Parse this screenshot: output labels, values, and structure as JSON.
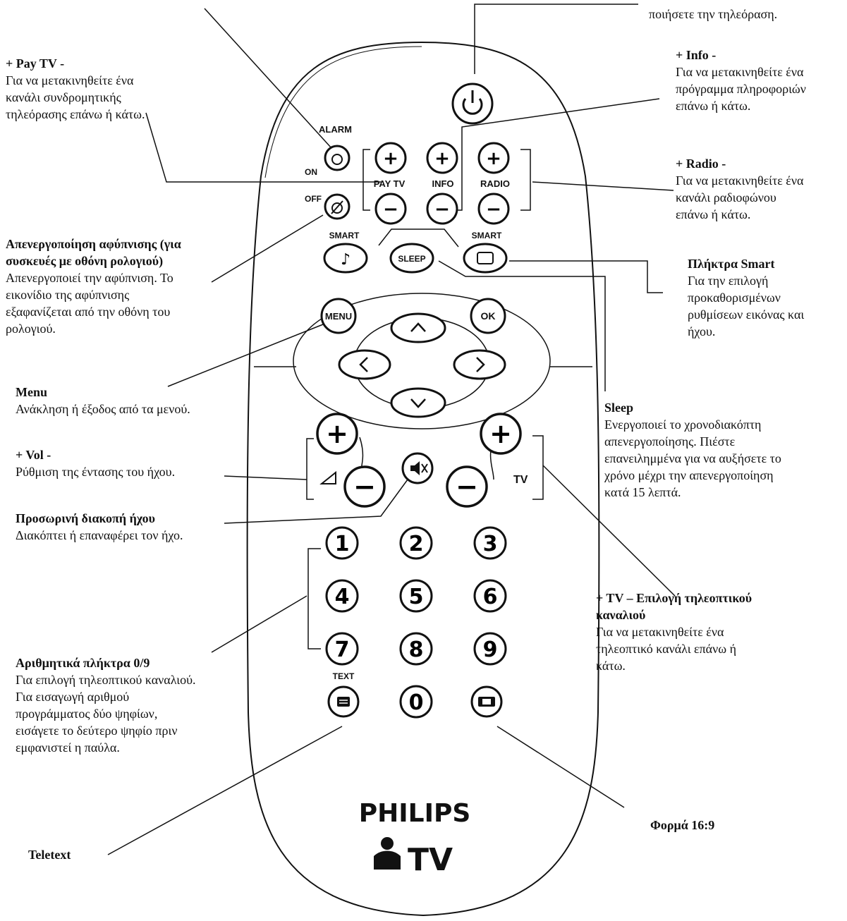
{
  "remote": {
    "alarm_label": "ALARM",
    "on_label": "ON",
    "off_label": "OFF",
    "paytv_label": "PAY TV",
    "info_label": "INFO",
    "radio_label": "RADIO",
    "smart_left_label": "SMART",
    "smart_right_label": "SMART",
    "sleep_label": "SLEEP",
    "menu_label": "MENU",
    "ok_label": "OK",
    "tv_label": "TV",
    "text_label": "TEXT",
    "plus": "+",
    "minus": "−",
    "digits": [
      "1",
      "2",
      "3",
      "4",
      "5",
      "6",
      "7",
      "8",
      "9",
      "0"
    ],
    "brand": "PHILIPS",
    "brand_tv": "TV"
  },
  "annotations": {
    "power_desc": "ποιήσετε την τηλεόραση.",
    "paytv_title": "+ Pay TV -",
    "paytv_desc": "Για να μετακινηθείτε ένα\nκανάλι συνδρομητικής\nτηλεόρασης επάνω ή κάτω.",
    "info_title": "+ Info -",
    "info_desc": "Για να μετακινηθείτε ένα\nπρόγραμμα πληροφοριών\nεπάνω ή κάτω.",
    "radio_title": "+ Radio -",
    "radio_desc": "Για να μετακινηθείτε ένα\nκανάλι ραδιοφώνου\nεπάνω ή κάτω.",
    "alarmoff_title": "Απενεργοποίηση αφύπνισης (για\nσυσκευές με οθόνη ρολογιού)",
    "alarmoff_desc": "Απενεργοποιεί την αφύπνιση. Το\nεικονίδιο της αφύπνισης\nεξαφανίζεται από την οθόνη του\nρολογιού.",
    "smart_title": "Πλήκτρα Smart",
    "smart_desc": "Για την επιλογή\nπροκαθορισμένων\nρυθμίσεων εικόνας και\nήχου.",
    "menu_title": "Menu",
    "menu_desc": "Ανάκληση ή έξοδος από τα μενού.",
    "sleep_title": "Sleep",
    "sleep_desc": "Ενεργοποιεί το χρονοδιακόπτη\nαπενεργοποίησης. Πιέστε\nεπανειλημμένα για να αυξήσετε το\nχρόνο μέχρι την απενεργοποίηση\nκατά 15 λεπτά.",
    "vol_title": "+ Vol -",
    "vol_desc": "Ρύθμιση της έντασης του ήχου.",
    "mute_title": "Προσωρινή διακοπή ήχου",
    "mute_desc": "Διακόπτει ή επαναφέρει τον ήχο.",
    "tv_title": "+ TV – Επιλογή τηλεοπτικού\nκαναλιού",
    "tv_desc": "Για να μετακινηθείτε ένα\nτηλεοπτικό κανάλι επάνω ή\nκάτω.",
    "digits_title": "Αριθμητικά πλήκτρα 0/9",
    "digits_desc": "Για επιλογή τηλεοπτικού καναλιού.\nΓια εισαγωγή αριθμού\nπρογράμματος δύο ψηφίων,\nεισάγετε το δεύτερο ψηφίο πριν\nεμφανιστεί η παύλα.",
    "format_title": "Φορμά 16:9",
    "teletext_title": "Teletext"
  }
}
